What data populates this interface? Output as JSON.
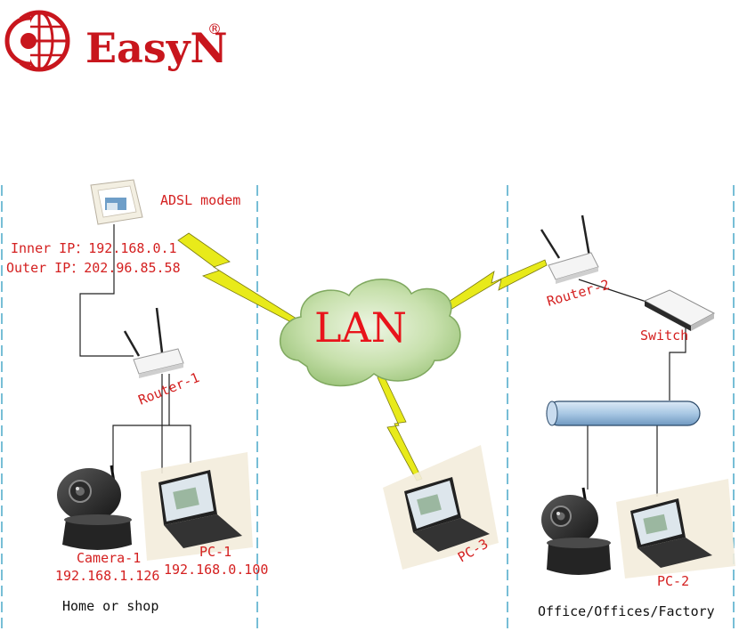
{
  "brand": {
    "name": "EasyN",
    "registered_mark": "®",
    "color": "#c8161d"
  },
  "cloud_label": "LAN",
  "home": {
    "modem_label": "ADSL modem",
    "inner_ip": "Inner IP：192.168.0.1",
    "outer_ip": "Outer IP：202.96.85.58",
    "router_label": "Router-1",
    "camera_label": "Camera-1",
    "camera_ip": "192.168.1.126",
    "pc_label": "PC-1",
    "pc_ip": "192.168.0.100",
    "area_label": "Home or shop"
  },
  "remote": {
    "pc_label": "PC-3"
  },
  "office": {
    "router_label": "Router-2",
    "switch_label": "Switch",
    "pc_label": "PC-2",
    "area_label": "Office/Offices/Factory"
  },
  "colors": {
    "label_red": "#d42020",
    "divider": "#4aa8c8",
    "lightning": "#e8ea1a",
    "cloud": "#b9d79a",
    "bus": "#a9c8e4"
  }
}
